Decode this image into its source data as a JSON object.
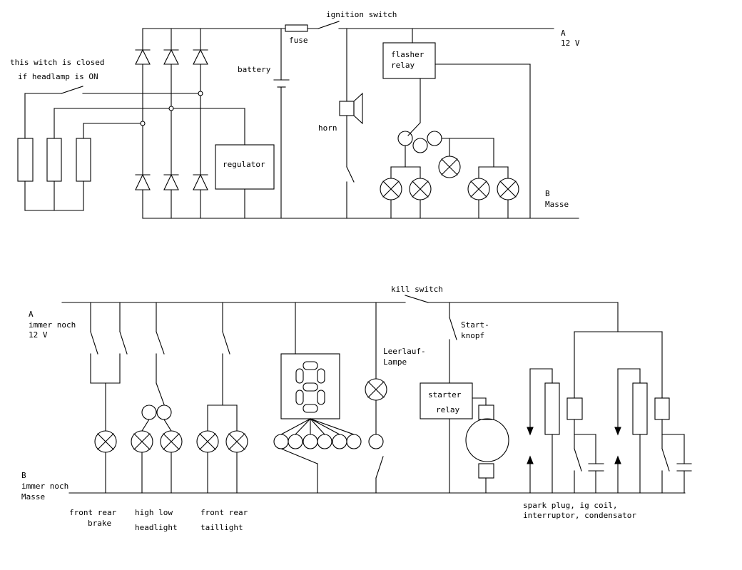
{
  "labels": {
    "top": {
      "ignition_switch": "ignition switch",
      "fuse": "fuse",
      "a": "A",
      "a_voltage": "12 V",
      "flasher_line1": "flasher",
      "flasher_line2": "relay",
      "headlamp_note_line1": "this witch is closed",
      "headlamp_note_line2": "if headlamp is ON",
      "battery": "battery",
      "horn": "horn",
      "regulator": "regulator",
      "b": "B",
      "b_ground": "Masse"
    },
    "bottom": {
      "kill_switch": "kill switch",
      "a": "A",
      "a_line2": "immer noch",
      "a_line3": "12 V",
      "start_line1": "Start-",
      "start_line2": "knopf",
      "leerlauf_line1": "Leerlauf-",
      "leerlauf_line2": "Lampe",
      "starter_line1": "starter",
      "starter_line2": "relay",
      "b": "B",
      "b_line2": "immer noch",
      "b_line3": "Masse",
      "brake_line1": "front rear",
      "brake_line2": "brake",
      "headlight_line1": "high low",
      "headlight_line2": "headlight",
      "taillight_line1": "front rear",
      "taillight_line2": "taillight",
      "ignition_line1": "spark plug, ig coil,",
      "ignition_line2": "interruptor, condensator"
    }
  }
}
